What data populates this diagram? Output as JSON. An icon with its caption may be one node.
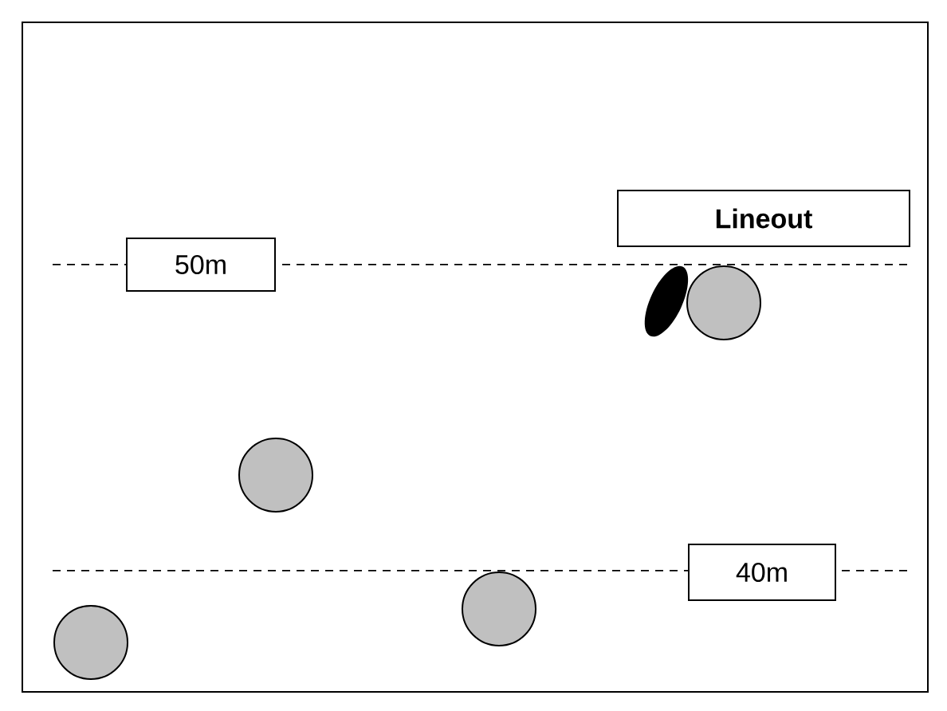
{
  "diagram": {
    "nodes": [
      {
        "text": [
          "**Lineout**"
        ]
      },
      {
        "text": [
          "50m"
        ]
      },
      {
        "text": [],
        "shape": "circle"
      },
      {
        "text": [],
        "shape": "circle"
      },
      {
        "text": [
          "40m"
        ]
      },
      {
        "text": [],
        "shape": "circle"
      },
      {
        "text": [],
        "shape": "circle"
      }
    ]
  }
}
